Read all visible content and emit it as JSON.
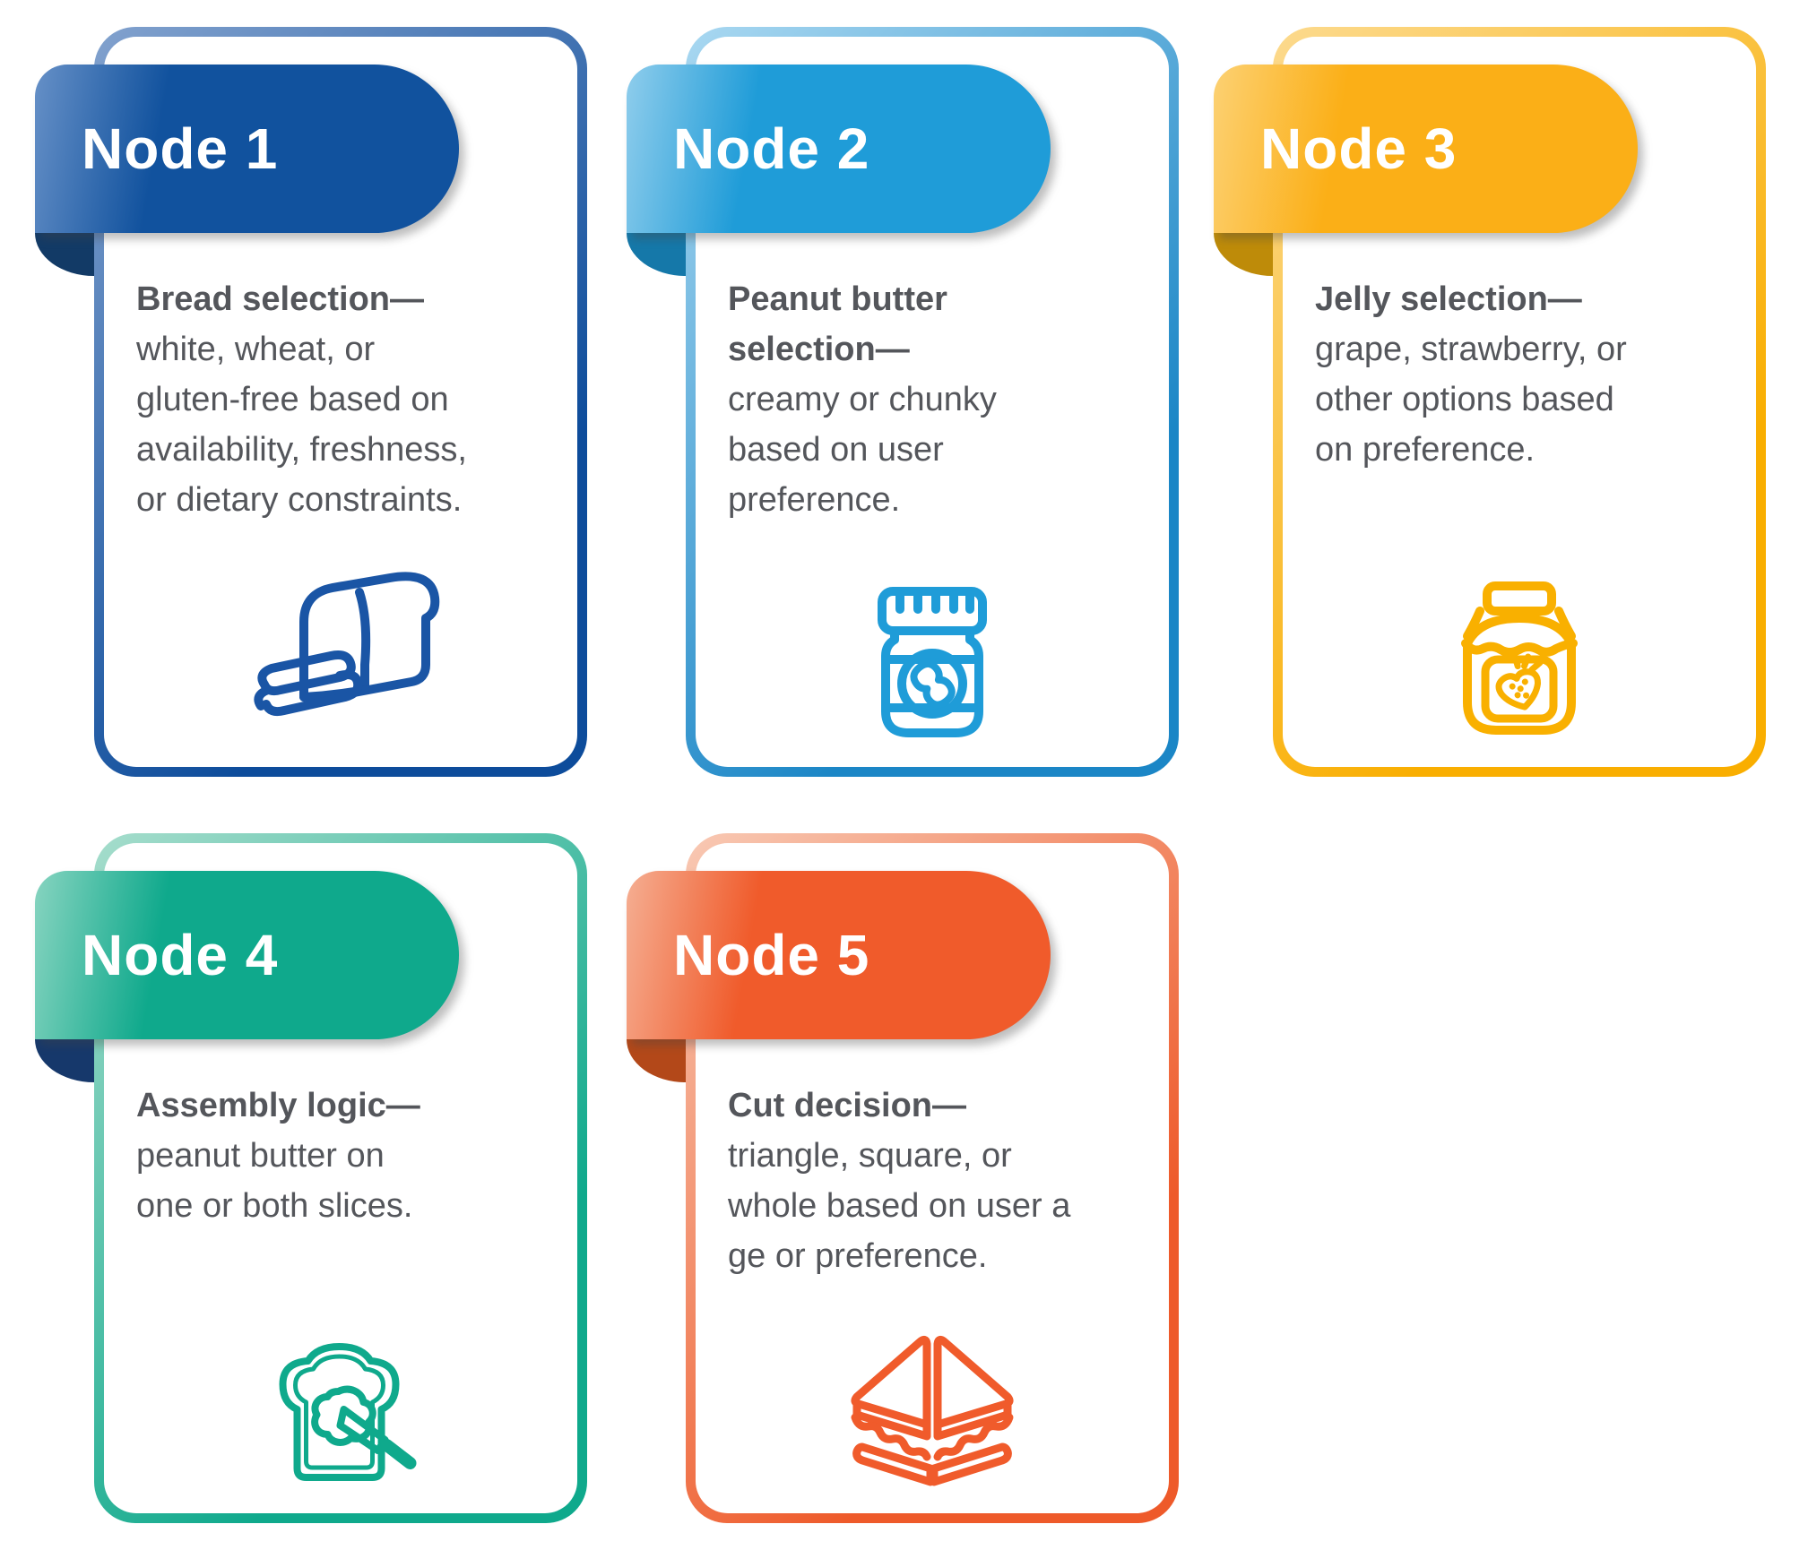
{
  "page": {
    "background": "#FFFFFF",
    "text_color": "#54565B"
  },
  "cards": [
    {
      "title": "Node 1",
      "heading": "Bread selection—",
      "body": "\nwhite, wheat, or\ngluten-free based on\navailability, freshness,\nor dietary constraints.",
      "icon": "bread-loaf",
      "colors": {
        "ribbon": "#11529E",
        "ribbon_light": "#6690C7",
        "fold": "#123A66",
        "border_start": "#82A2CE",
        "border_end": "#0D4C9B",
        "icon": "#1A55A5"
      }
    },
    {
      "title": "Node 2",
      "heading": "Peanut butter\nselection—",
      "body": "\ncreamy or chunky\nbased on user\npreference.",
      "icon": "peanut-butter-jar",
      "colors": {
        "ribbon": "#1F9CD8",
        "ribbon_light": "#8FCDEC",
        "fold": "#1578A9",
        "border_start": "#A9D8F1",
        "border_end": "#1B86C6",
        "icon": "#1F9CD8"
      }
    },
    {
      "title": "Node 3",
      "heading": "Jelly selection—",
      "body": "\ngrape, strawberry, or\nother options based\non preference.",
      "icon": "jelly-jar",
      "colors": {
        "ribbon": "#FBAF17",
        "ribbon_light": "#FCD173",
        "fold": "#BE8B09",
        "border_start": "#FCDA8E",
        "border_end": "#F9AE00",
        "icon": "#F9B000"
      }
    },
    {
      "title": "Node 4",
      "heading": "Assembly logic—",
      "body": "\npeanut butter on\none or both slices.",
      "icon": "bread-spread-knife",
      "colors": {
        "ribbon": "#0FA98C",
        "ribbon_light": "#87D4C0",
        "fold": "#16386B",
        "border_start": "#A6DDCC",
        "border_end": "#0FA98C",
        "icon": "#0FA98C"
      }
    },
    {
      "title": "Node 5",
      "heading": "Cut decision—",
      "body": "\ntriangle, square, or\nwhole based on user a\nge or preference.",
      "icon": "cut-sandwich",
      "colors": {
        "ribbon": "#F05B2B",
        "ribbon_light": "#F5AE92",
        "fold": "#B34819",
        "border_start": "#F8C9B4",
        "border_end": "#EE5A2A",
        "icon": "#F05B2B"
      }
    }
  ]
}
